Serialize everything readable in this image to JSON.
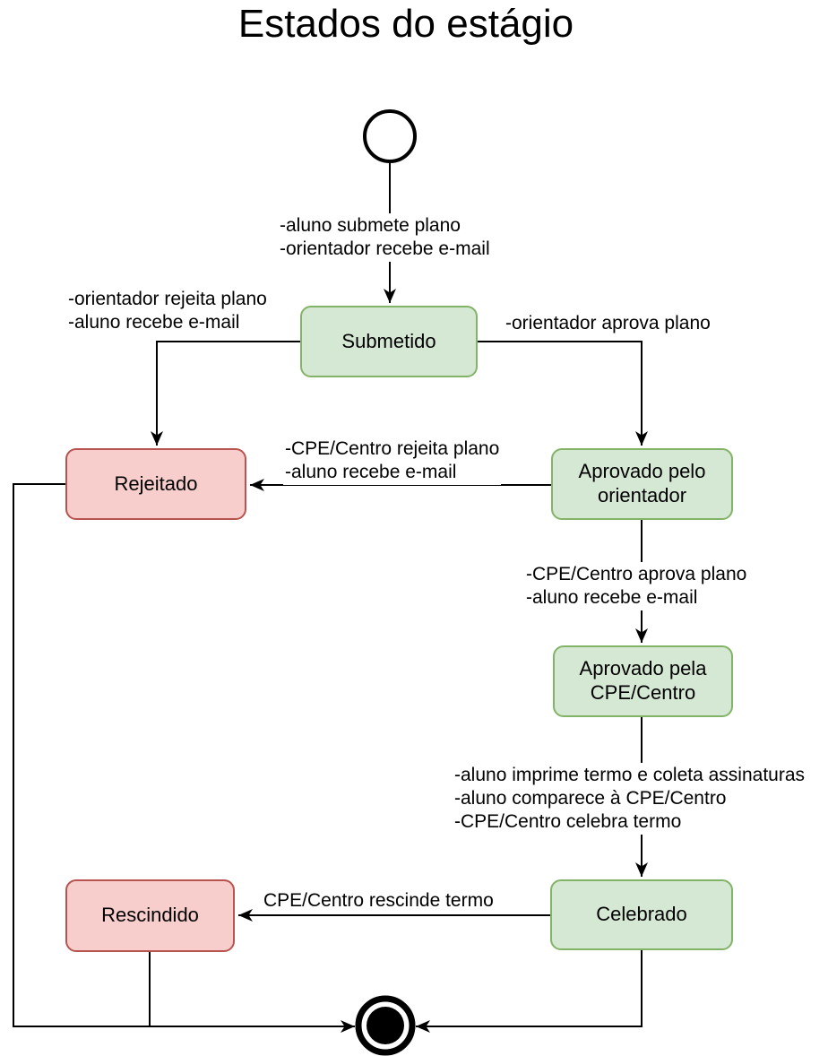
{
  "diagram": {
    "title": "Estados do estágio",
    "states": {
      "submetido": {
        "label": "Submetido"
      },
      "rejeitado": {
        "label": "Rejeitado"
      },
      "aprovado_orientador": {
        "label": "Aprovado pelo orientador"
      },
      "aprovado_cpe": {
        "label": "Aprovado pela CPE/Centro"
      },
      "rescindido": {
        "label": "Rescindido"
      },
      "celebrado": {
        "label": "Celebrado"
      }
    },
    "transitions": {
      "submit": {
        "lines": [
          "-aluno submete plano",
          "-orientador recebe e-mail"
        ]
      },
      "orientador_rejeita": {
        "lines": [
          "-orientador rejeita plano",
          "-aluno recebe e-mail"
        ]
      },
      "orientador_aprova": {
        "lines": [
          "-orientador aprova plano"
        ]
      },
      "cpe_rejeita": {
        "lines": [
          "-CPE/Centro rejeita plano",
          "-aluno recebe e-mail"
        ]
      },
      "cpe_aprova": {
        "lines": [
          "-CPE/Centro aprova plano",
          "-aluno recebe e-mail"
        ]
      },
      "celebra": {
        "lines": [
          "-aluno imprime termo e coleta assinaturas",
          "-aluno comparece à CPE/Centro",
          "-CPE/Centro celebra termo"
        ]
      },
      "rescinde": {
        "lines": [
          "CPE/Centro rescinde termo"
        ]
      }
    },
    "colors": {
      "approved_fill": "#d5e8d4",
      "approved_border": "#82b366",
      "rejected_fill": "#f8cecc",
      "rejected_border": "#b85450",
      "line": "#000000",
      "background": "#ffffff"
    }
  }
}
